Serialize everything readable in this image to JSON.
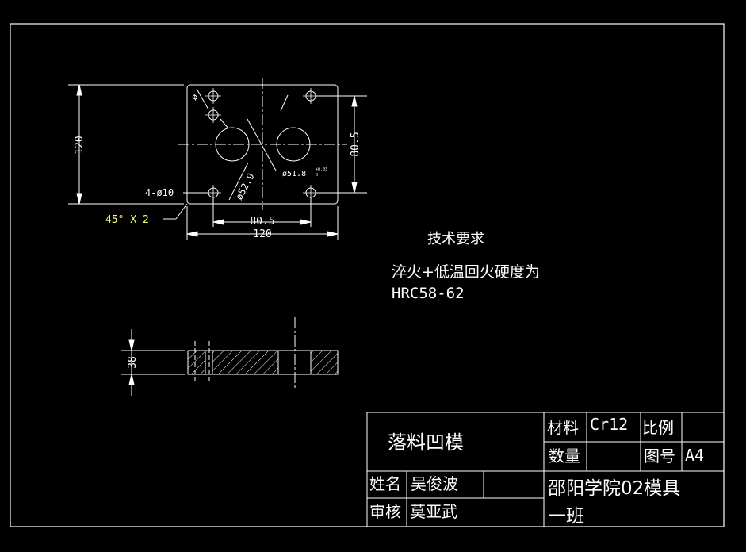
{
  "dimensions": {
    "height_120": "120",
    "height_80_5": "80.5",
    "width_80_5": "80.5",
    "width_120": "120",
    "hole_callout": "4-ø10",
    "chamfer": "45° X 2",
    "dia_52_9": "ø52.9",
    "dia_51_8": "ø51.8",
    "tol_upper": "+0.03",
    "tol_lower": "0",
    "dia_small": "ø",
    "thickness_38": "38"
  },
  "notes": {
    "heading": "技术要求",
    "line1": "淬火+低温回火硬度为",
    "line2": "HRC58-62"
  },
  "title_block": {
    "part_name": "落料凹模",
    "material_label": "材料",
    "material_value": "Cr12",
    "scale_label": "比例",
    "scale_value": "",
    "quantity_label": "数量",
    "quantity_value": "",
    "drawing_no_label": "图号",
    "drawing_no_value": "A4",
    "name_label": "姓名",
    "name_value": "吴俊波",
    "review_label": "审核",
    "review_value": "莫亚武",
    "school_line1": "邵阳学院02模具",
    "school_line2": "一班"
  }
}
